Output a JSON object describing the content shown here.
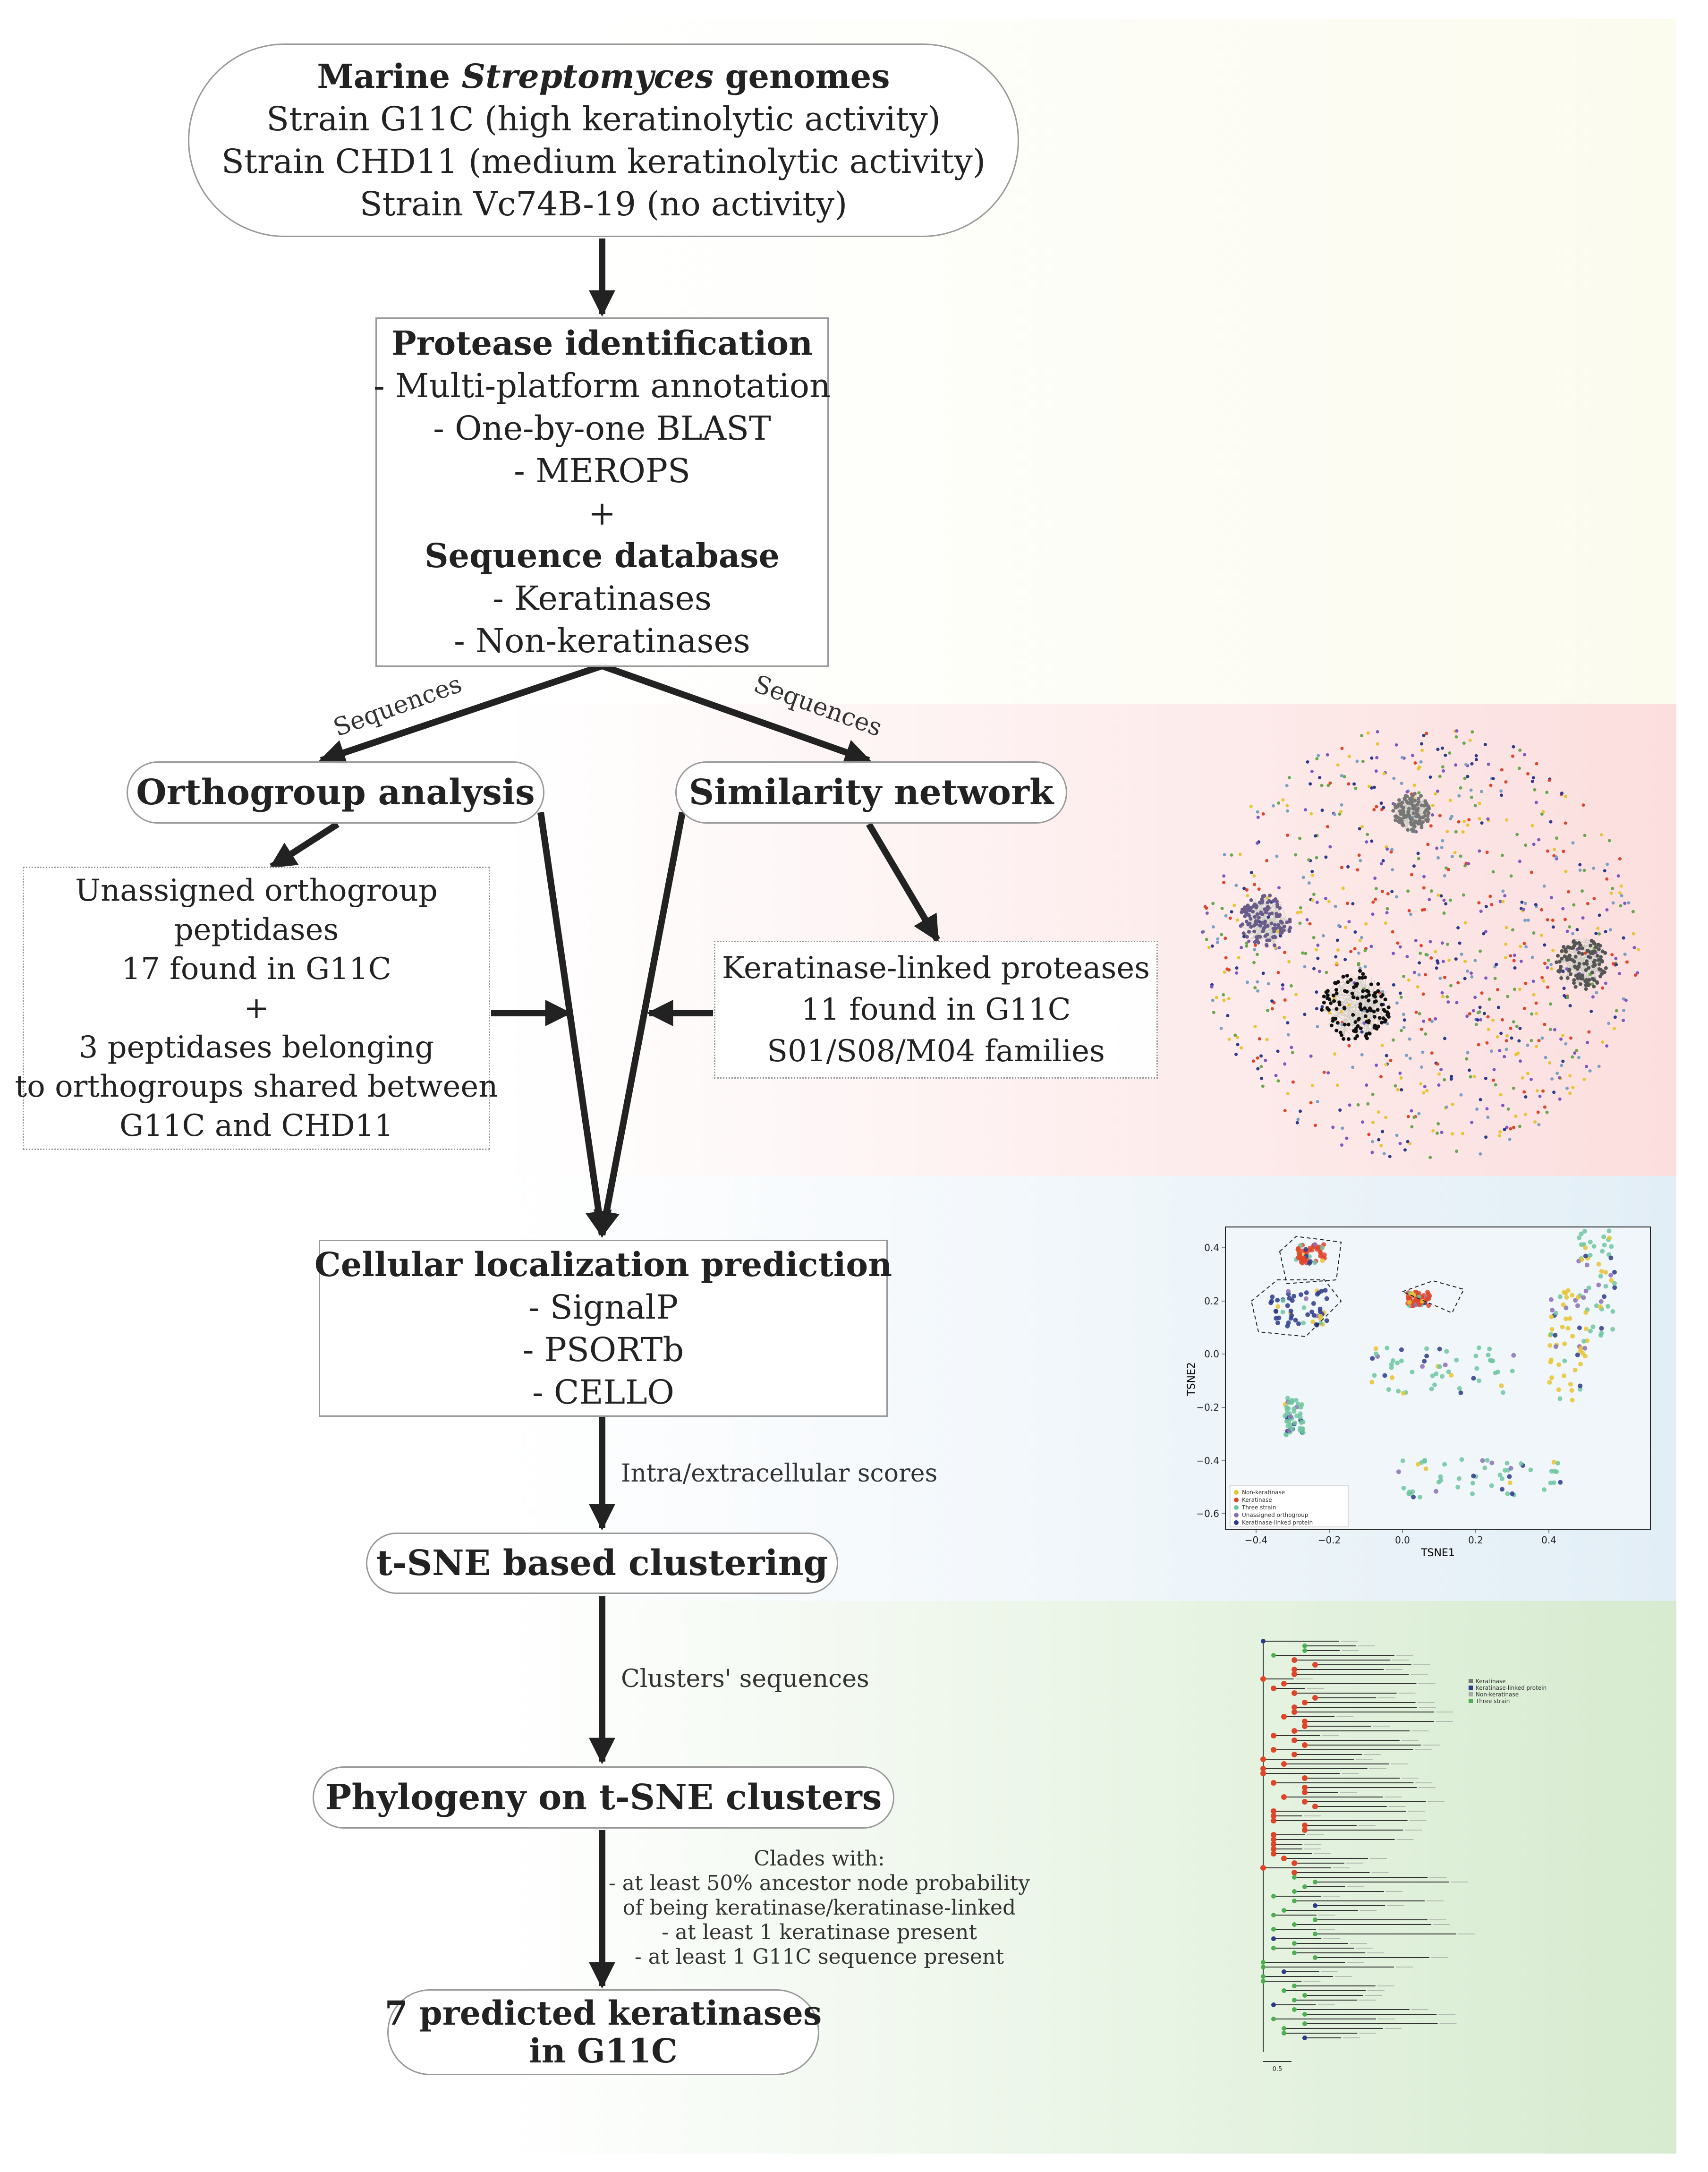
{
  "genomes": {
    "title_pre": "Marine ",
    "title_italic": "Streptomyces",
    "title_post": " genomes",
    "lines": [
      "Strain G11C (high keratinolytic activity)",
      "Strain CHD11 (medium keratinolytic activity)",
      "Strain Vc74B-19 (no activity)"
    ]
  },
  "protease": {
    "title": "Protease identification",
    "lines": [
      "- Multi-platform annotation",
      "- One-by-one BLAST",
      "- MEROPS"
    ],
    "plus": "+",
    "db_title": "Sequence database",
    "db_lines": [
      "- Keratinases",
      "- Non-keratinases"
    ]
  },
  "edge_labels": {
    "sequences_left": "Sequences",
    "sequences_right": "Sequences",
    "scores": "Intra/extracellular scores",
    "clusters_sequences": "Clusters' sequences",
    "clades_lines": [
      "Clades with:",
      "- at least 50% ancestor node probability",
      "of being keratinase/keratinase-linked",
      "- at least 1 keratinase present",
      "- at least 1 G11C sequence present"
    ]
  },
  "orthogroup": {
    "title": "Orthogroup analysis"
  },
  "similarity": {
    "title": "Similarity network"
  },
  "unassigned": {
    "lines": [
      "Unassigned orthogroup",
      "peptidases",
      "17 found in G11C",
      "+",
      "3 peptidases belonging",
      "to orthogroups shared between",
      "G11C and CHD11"
    ]
  },
  "keratinase_linked": {
    "lines": [
      "Keratinase-linked proteases",
      "11 found in G11C",
      "S01/S08/M04 families"
    ]
  },
  "localization": {
    "title": "Cellular localization prediction",
    "lines": [
      "- SignalP",
      "- PSORTb",
      "- CELLO"
    ]
  },
  "tsne": {
    "title": "t-SNE based clustering"
  },
  "phylogeny": {
    "title": "Phylogeny on t-SNE clusters"
  },
  "result": {
    "lines": [
      "7 predicted keratinases",
      "in G11C"
    ]
  },
  "tsne_plot": {
    "xlabel": "TSNE1",
    "ylabel": "TSNE2",
    "xticks": [
      "−0.4",
      "−0.2",
      "0.0",
      "0.2",
      "0.4"
    ],
    "yticks": [
      "0.4",
      "0.2",
      "0.0",
      "−0.2",
      "−0.4",
      "−0.6"
    ],
    "legend": [
      "Non-keratinase",
      "Keratinase",
      "Three strain",
      "Unassigned orthogroup",
      "Keratinase-linked protein"
    ],
    "colors": {
      "non_keratinase": "#e8c430",
      "keratinase": "#e0452a",
      "three_strain": "#6ec6a0",
      "unassigned": "#8a6fb5",
      "linked": "#2b3a8a"
    }
  },
  "tree": {
    "legend": [
      "Keratinase",
      "Keratinase-linked protein",
      "Non-keratinase",
      "Three strain"
    ],
    "scale": "0.5"
  },
  "colors": {
    "arrow": "#222222",
    "box_border": "#9a9a9a"
  }
}
